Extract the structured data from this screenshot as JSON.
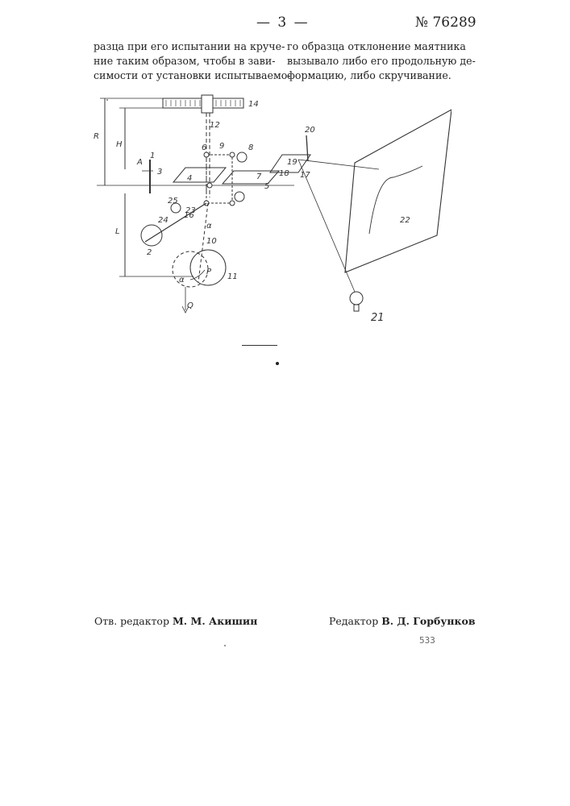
{
  "header": {
    "page_number": "— 3 —",
    "patent_number": "№ 76289"
  },
  "body_text": {
    "left_column": [
      "разца при его испытании на круче-",
      "ние таким образом, чтобы в зави-",
      "симости от установки испытываемо-"
    ],
    "right_column": [
      "го образца отклонение маятника",
      "вызывало либо его продольную де-",
      "формацию, либо скручивание."
    ]
  },
  "figure_labels": {
    "r": "R",
    "h": "H",
    "l": "L",
    "a": "A",
    "n1": "1",
    "n2": "2",
    "n3": "3",
    "n4": "4",
    "n5": "5",
    "n6": "6",
    "n7": "7",
    "n8": "8",
    "n9": "9",
    "n10": "10",
    "n11": "11",
    "n12": "12",
    "n14": "14",
    "n16": "16",
    "n17": "17",
    "n18": "18",
    "n19": "19",
    "n20": "20",
    "n21": "21",
    "n22": "22",
    "n23": "23",
    "n24": "24",
    "n25": "25",
    "q": "Q",
    "p": "P",
    "alpha": "α",
    "alpha2": "α"
  },
  "footer": {
    "left_prefix": "Отв. редактор",
    "left_name": "М. М. Акишин",
    "right_prefix": "Редактор",
    "right_name": "В. Д. Горбунков",
    "print_code": "533"
  }
}
